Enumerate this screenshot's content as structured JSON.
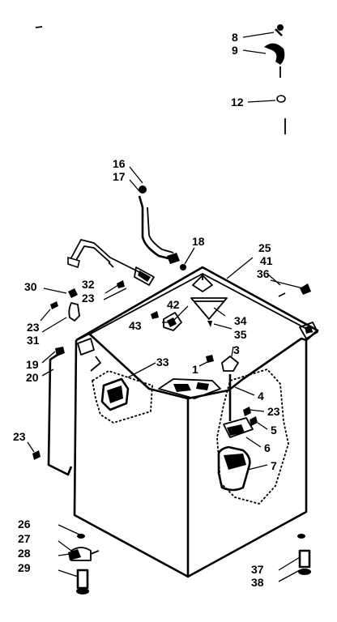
{
  "callouts": {
    "c1": "1",
    "c3": "3",
    "c4": "4",
    "c5": "5",
    "c6": "6",
    "c7": "7",
    "c8": "8",
    "c9": "9",
    "c12": "12",
    "c16": "16",
    "c17": "17",
    "c18": "18",
    "c19": "19",
    "c20": "20",
    "c23a": "23",
    "c23b": "23",
    "c23c": "23",
    "c23d": "23",
    "c25": "25",
    "c26": "26",
    "c27": "27",
    "c28": "28",
    "c29": "29",
    "c30": "30",
    "c31": "31",
    "c32": "32",
    "c33": "33",
    "c34": "34",
    "c35": "35",
    "c36": "36",
    "c37": "37",
    "c38": "38",
    "c41": "41",
    "c42": "42",
    "c43": "43"
  }
}
